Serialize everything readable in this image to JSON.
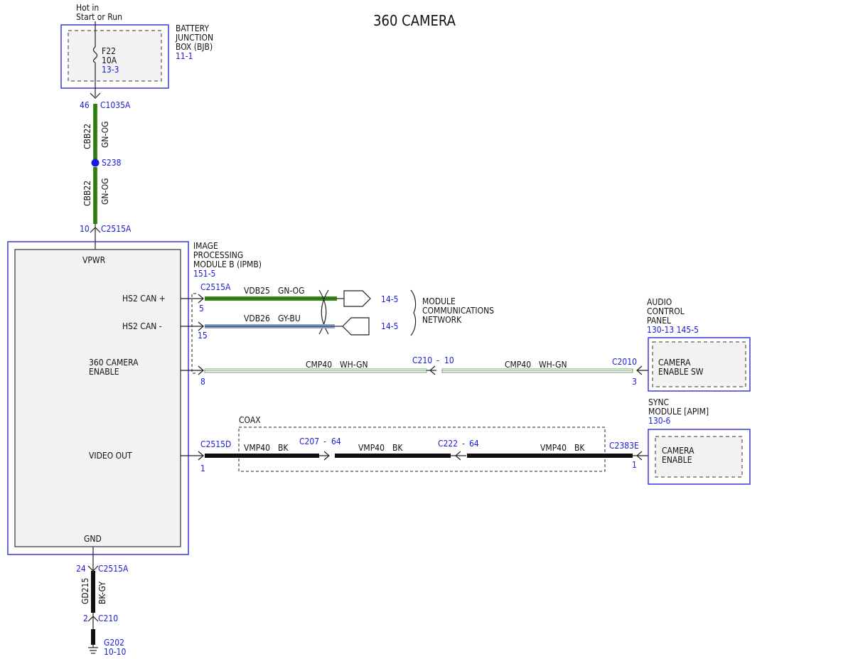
{
  "title": "360 CAMERA",
  "power": {
    "hot_line1": "Hot in",
    "hot_line2": "Start or Run",
    "fuse": "F22",
    "fuse_rating": "10A",
    "fuse_ref": "13-3",
    "bjb_line1": "BATTERY",
    "bjb_line2": "JUNCTION",
    "bjb_line3": "BOX (BJB)",
    "bjb_ref": "11-1",
    "pin_top": "46",
    "conn_top": "C1035A",
    "circuit": "CBB22",
    "color": "GN-OG",
    "splice": "S238",
    "pin_bottom": "10",
    "conn_bottom": "C2515A"
  },
  "ipmb": {
    "name_line1": "IMAGE",
    "name_line2": "PROCESSING",
    "name_line3": "MODULE B (IPMB)",
    "ref": "151-5",
    "vpwr": "VPWR",
    "hs2_plus": "HS2 CAN +",
    "hs2_minus": "HS2 CAN -",
    "cam_enable_line1": "360 CAMERA",
    "cam_enable_line2": "ENABLE",
    "video_out": "VIDEO OUT",
    "gnd": "GND"
  },
  "can": {
    "connector": "C2515A",
    "plus_pin": "5",
    "plus_circuit": "VDB25",
    "plus_color": "GN-OG",
    "plus_ref": "14-5",
    "minus_pin": "15",
    "minus_circuit": "VDB26",
    "minus_color": "GY-BU",
    "minus_ref": "14-5",
    "network_line1": "MODULE",
    "network_line2": "COMMUNICATIONS",
    "network_line3": "NETWORK"
  },
  "enable": {
    "pin_left": "8",
    "circuit": "CMP40",
    "color": "WH-GN",
    "inline_conn": "C210",
    "inline_dash": "-",
    "inline_pin": "10",
    "conn_right": "C2010",
    "pin_right": "3",
    "acp_line1": "AUDIO",
    "acp_line2": "CONTROL",
    "acp_line3": "PANEL",
    "acp_ref": "130-13 145-5",
    "acp_inner_line1": "CAMERA",
    "acp_inner_line2": "ENABLE SW"
  },
  "video": {
    "coax_label": "COAX",
    "conn_left": "C2515D",
    "pin_left": "1",
    "circuit": "VMP40",
    "color": "BK",
    "inline1_conn": "C207",
    "inline1_dash": "-",
    "inline1_pin": "64",
    "inline2_conn": "C222",
    "inline2_dash": "-",
    "inline2_pin": "64",
    "conn_right": "C2383E",
    "pin_right": "1",
    "sync_line1": "SYNC",
    "sync_line2": "MODULE [APIM]",
    "sync_ref": "130-6",
    "sync_inner_line1": "CAMERA",
    "sync_inner_line2": "ENABLE"
  },
  "ground": {
    "pin_top": "24",
    "conn_top": "C2515A",
    "circuit": "GD215",
    "color": "BK-GY",
    "pin_bottom": "2",
    "conn_bottom": "C210",
    "ground_id": "G202",
    "ground_ref": "10-10"
  },
  "colors": {
    "wire_green": "#3c8a1e",
    "wire_green_dark": "#1f5c0c",
    "wire_blue": "#4060c0",
    "wire_gray": "#9aa0a8",
    "wire_white_green": "#6fa36a",
    "wire_black": "#111111",
    "box_blue": "#2b2bd6",
    "label_blue": "#1a1adc"
  }
}
